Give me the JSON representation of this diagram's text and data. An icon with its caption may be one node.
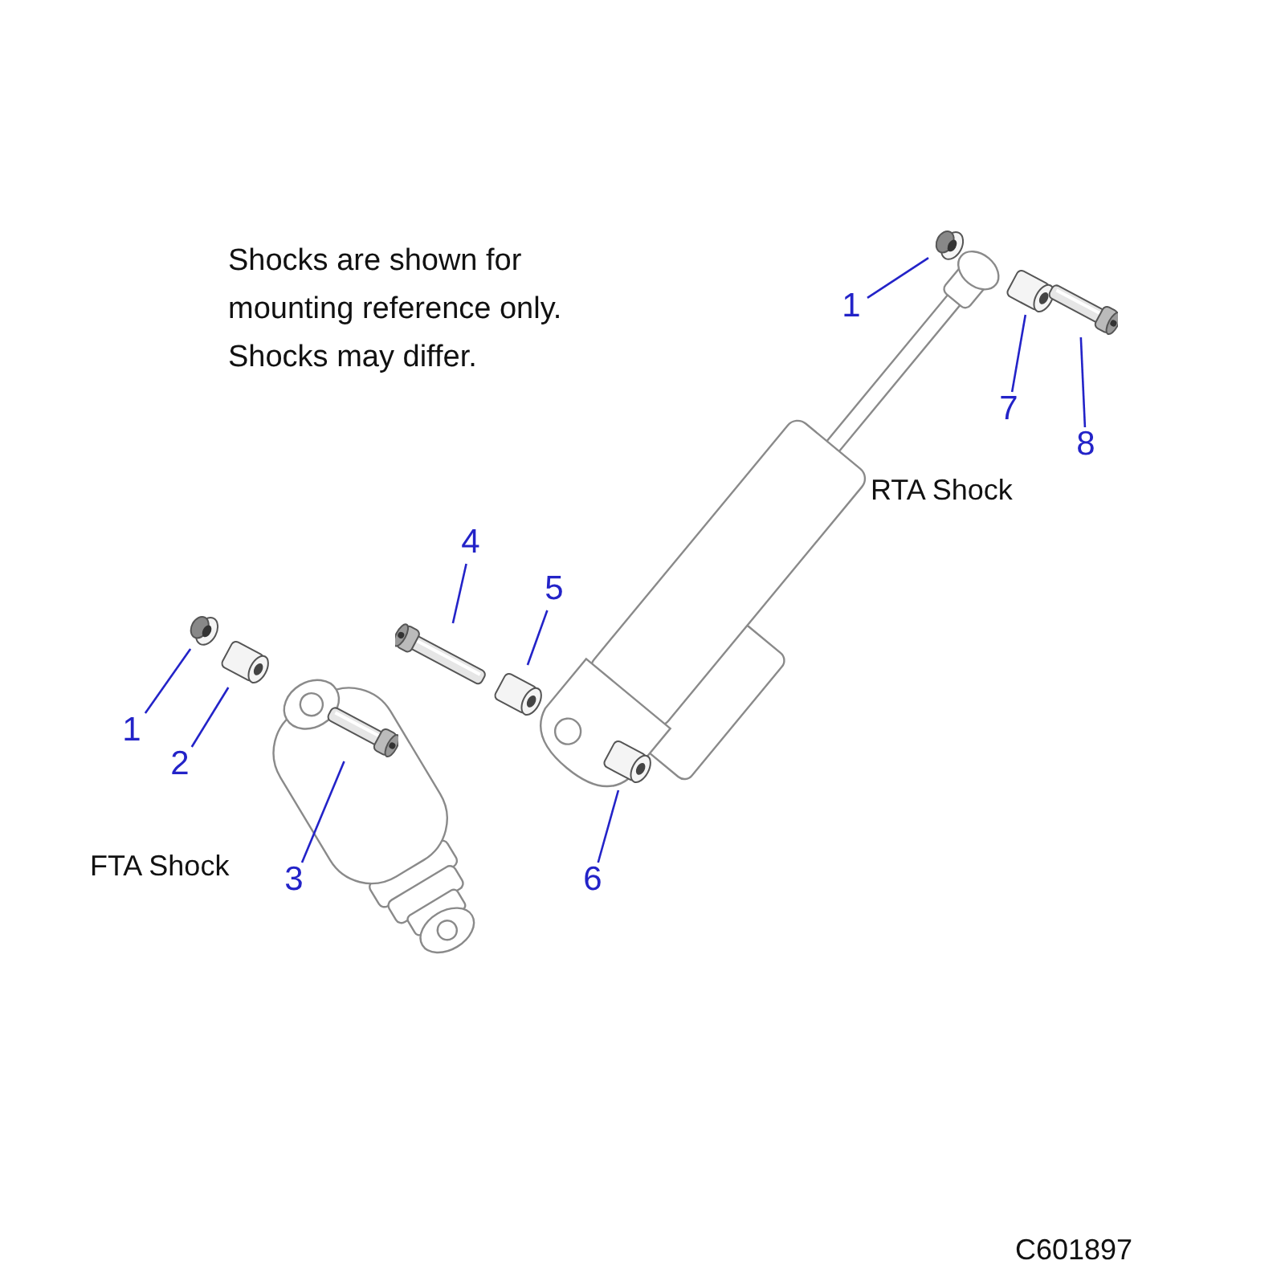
{
  "diagram": {
    "nodes": [
      {
        "text": [
          "1"
        ]
      },
      {
        "text": [
          "7"
        ]
      },
      {
        "text": [
          "8"
        ]
      },
      {
        "text": [
          "4"
        ]
      },
      {
        "text": [
          "5"
        ]
      },
      {
        "text": [
          "1"
        ]
      },
      {
        "text": [
          "2"
        ]
      },
      {
        "text": [
          "3"
        ]
      },
      {
        "text": [
          "6"
        ]
      },
      {
        "text": [],
        "shape": "nut"
      },
      {
        "text": [],
        "shape": "cylinder"
      },
      {
        "text": [],
        "shape": "bolt"
      },
      {
        "text": [],
        "shape": "bolt"
      },
      {
        "text": [],
        "shape": "cylinder"
      },
      {
        "text": [],
        "shape": "nut"
      },
      {
        "text": [],
        "shape": "cylinder"
      },
      {
        "text": [],
        "shape": "bolt"
      },
      {
        "text": [],
        "shape": "cylinder"
      }
    ],
    "edges": [
      {
        "from": 0,
        "to": 9,
        "arrow": "none"
      },
      {
        "from": 1,
        "to": 10,
        "arrow": "none"
      },
      {
        "from": 2,
        "to": 11,
        "arrow": "none"
      },
      {
        "from": 3,
        "to": 12,
        "arrow": "none"
      },
      {
        "from": 4,
        "to": 13,
        "arrow": "none"
      },
      {
        "from": 5,
        "to": 14,
        "arrow": "none"
      },
      {
        "from": 6,
        "to": 15,
        "arrow": "none"
      },
      {
        "from": 7,
        "to": 16,
        "arrow": "none"
      },
      {
        "from": 8,
        "to": 17,
        "arrow": "none"
      }
    ],
    "labels": [
      "Shocks are shown for mounting reference only. Shocks may differ.",
      "RTA Shock",
      "FTA Shock",
      "C601897"
    ]
  }
}
